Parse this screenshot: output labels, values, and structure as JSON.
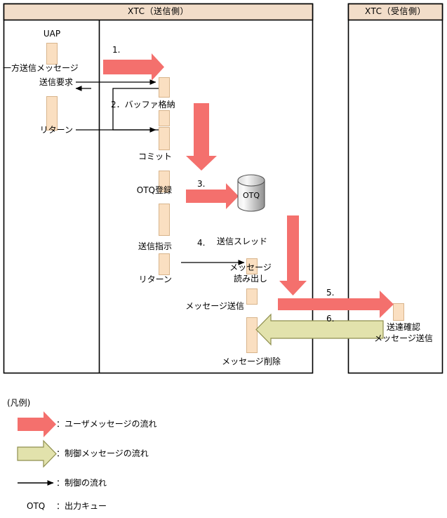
{
  "diagram": {
    "title_sender": "XTC（送信側）",
    "title_receiver": "XTC（受信側）",
    "lifelines": {
      "uap_label": "UAP"
    },
    "steps": [
      {
        "num": "1.",
        "label": "一方送信メッセージ"
      },
      {
        "num": "2.",
        "label": "バッファ格納"
      },
      {
        "num": "3.",
        "label": ""
      },
      {
        "num": "4.",
        "label": "送信スレッド"
      },
      {
        "num": "5.",
        "label": ""
      },
      {
        "num": "6.",
        "label": ""
      }
    ],
    "labels": {
      "oneway_message": "一方送信メッセージ",
      "send_request": "送信要求",
      "return_1": "リターン",
      "buffer_store": "2．バッファ格納",
      "commit": "コミット",
      "otq_register": "OTQ登録",
      "otq_node": "OTQ",
      "send_instruction": "送信指示",
      "send_thread": "送信スレッド",
      "message_read": "メッセージ\n読み出し",
      "message_read_l1": "メッセージ",
      "message_read_l2": "読み出し",
      "return_2": "リターン",
      "message_send": "メッセージ送信",
      "message_delete": "メッセージ削除",
      "ack_l1": "送達確認",
      "ack_l2": "メッセージ送信",
      "step1_num": "1.",
      "step3_num": "3.",
      "step4_num": "4.",
      "step5_num": "5.",
      "step6_num": "6."
    }
  },
  "legend": {
    "title": "(凡例)",
    "entries": [
      {
        "kind": "arrow-red",
        "text": "：ユーザメッセージの流れ"
      },
      {
        "kind": "arrow-olive",
        "text": "：制御メッセージの流れ"
      },
      {
        "kind": "arrow-line",
        "text": "：制御の流れ"
      },
      {
        "kind": "text",
        "key": "OTQ",
        "text": "：出力キュー"
      }
    ]
  },
  "colors": {
    "header_fill": "#f2ddc9",
    "activation_fill": "#fadfc1",
    "user_message_arrow": "#f4706d",
    "control_message_arrow": "#e2e2ac",
    "control_message_border": "#8f8f4f",
    "node_fill_light": "#f2f2f2",
    "node_fill_dark": "#9a9a9a",
    "border": "#000000"
  }
}
